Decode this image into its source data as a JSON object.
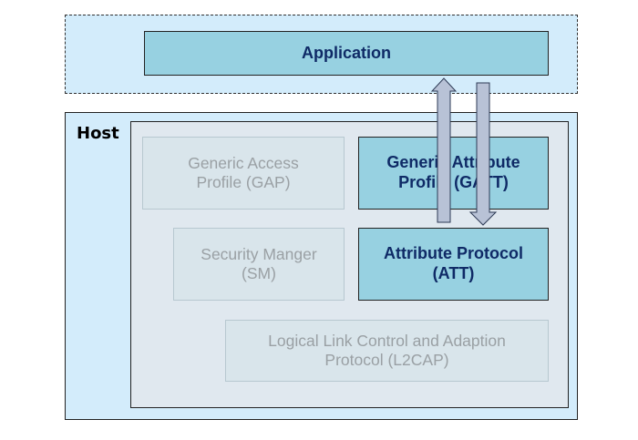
{
  "application": {
    "label": "Application"
  },
  "host": {
    "title": "Host",
    "blocks": {
      "gap": [
        "Generic Access",
        "Profile (GAP)"
      ],
      "gatt": [
        "Generic Attribute",
        "Profile (GATT)"
      ],
      "sm": [
        "Security Manger",
        "(SM)"
      ],
      "att": [
        "Attribute Protocol",
        "(ATT)"
      ],
      "l2cap": [
        "Logical Link Control and Adaption",
        "Protocol (L2CAP)"
      ]
    }
  },
  "colors": {
    "region_fill": "#d3ecfb",
    "highlight_fill": "#97d1e1",
    "highlight_text": "#0f2a66",
    "faded_fill": "#d9e5eb",
    "faded_text": "#9aa0a4",
    "arrow_fill": "#b8c2d6"
  }
}
